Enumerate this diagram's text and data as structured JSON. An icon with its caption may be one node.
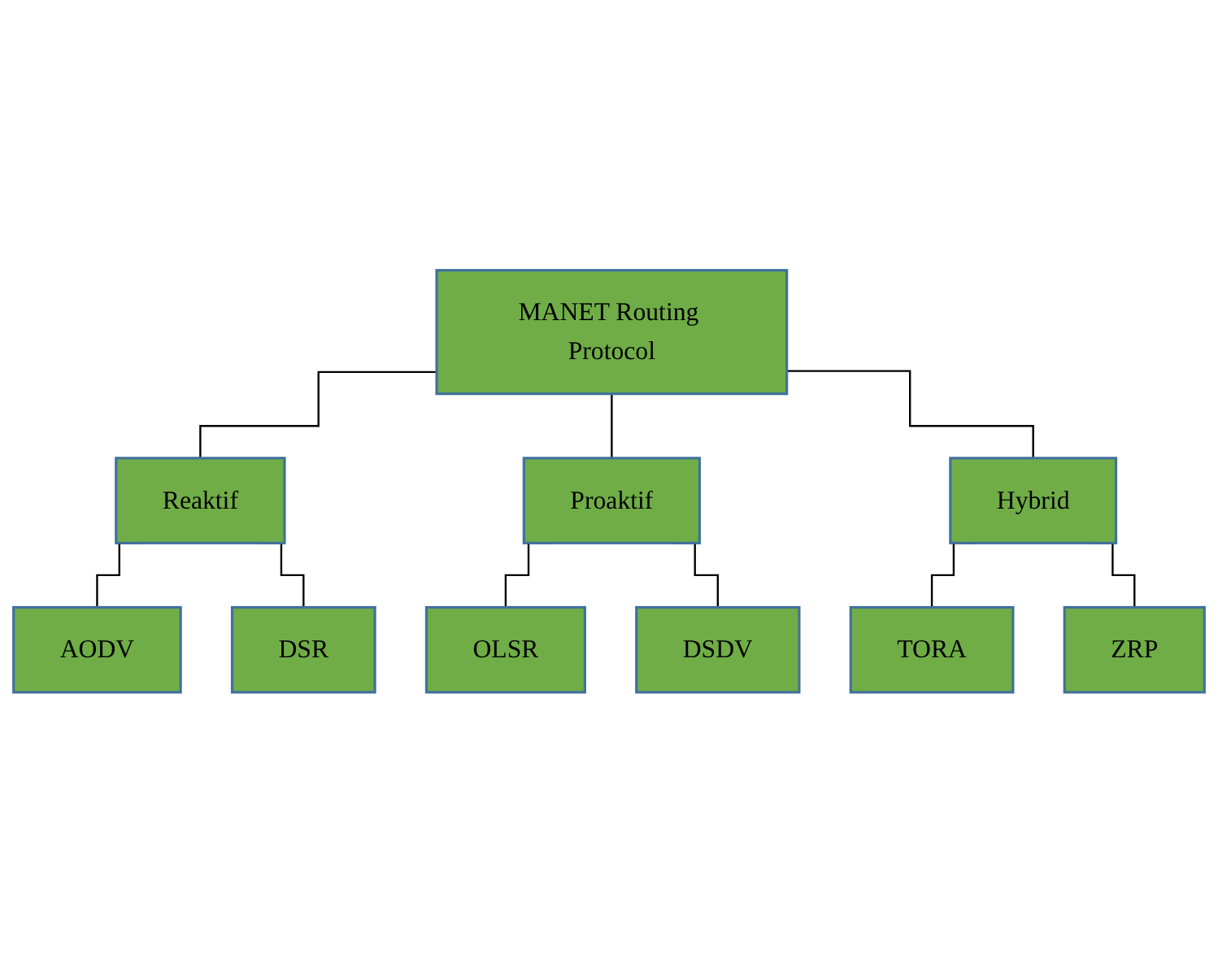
{
  "diagram": {
    "nodes": [
      {
        "text": [
          "MANET Routing Protocol"
        ]
      },
      {
        "text": [
          "Reaktif"
        ]
      },
      {
        "text": [
          "Proaktif"
        ]
      },
      {
        "text": [
          "Hybrid"
        ]
      },
      {
        "text": [
          "AODV"
        ]
      },
      {
        "text": [
          "DSR"
        ]
      },
      {
        "text": [
          "OLSR"
        ]
      },
      {
        "text": [
          "DSDV"
        ]
      },
      {
        "text": [
          "TORA"
        ]
      },
      {
        "text": [
          "ZRP"
        ]
      }
    ],
    "edges": [
      {
        "from": 0,
        "to": 1,
        "arrow": "none"
      },
      {
        "from": 0,
        "to": 2,
        "arrow": "none"
      },
      {
        "from": 0,
        "to": 3,
        "arrow": "none"
      },
      {
        "from": 1,
        "to": 4,
        "arrow": "none"
      },
      {
        "from": 1,
        "to": 5,
        "arrow": "none"
      },
      {
        "from": 2,
        "to": 6,
        "arrow": "none"
      },
      {
        "from": 2,
        "to": 7,
        "arrow": "none"
      },
      {
        "from": 3,
        "to": 8,
        "arrow": "none"
      },
      {
        "from": 3,
        "to": 9,
        "arrow": "none"
      }
    ]
  }
}
